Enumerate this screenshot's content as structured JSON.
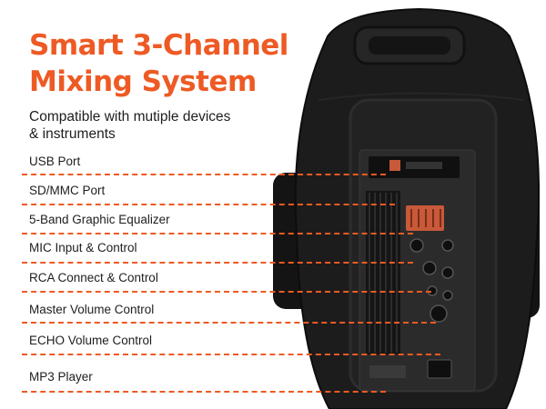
{
  "headline": {
    "line1": "Smart 3-Channel",
    "line2": "Mixing System"
  },
  "subtitle": {
    "line1": "Compatible with mutiple devices",
    "line2": "& instruments"
  },
  "features": [
    {
      "label": "USB Port"
    },
    {
      "label": "SD/MMC Port"
    },
    {
      "label": "5-Band Graphic Equalizer"
    },
    {
      "label": "MIC Input & Control"
    },
    {
      "label": "RCA Connect & Control"
    },
    {
      "label": "Master Volume Control"
    },
    {
      "label": "ECHO Volume Control"
    },
    {
      "label": "MP3 Player"
    }
  ],
  "colors": {
    "accent": "#ee5a24",
    "speaker_body": "#1b1b1b",
    "eq_panel": "#c8593a"
  },
  "icons": {
    "product": "pa-speaker-rear-panel"
  }
}
